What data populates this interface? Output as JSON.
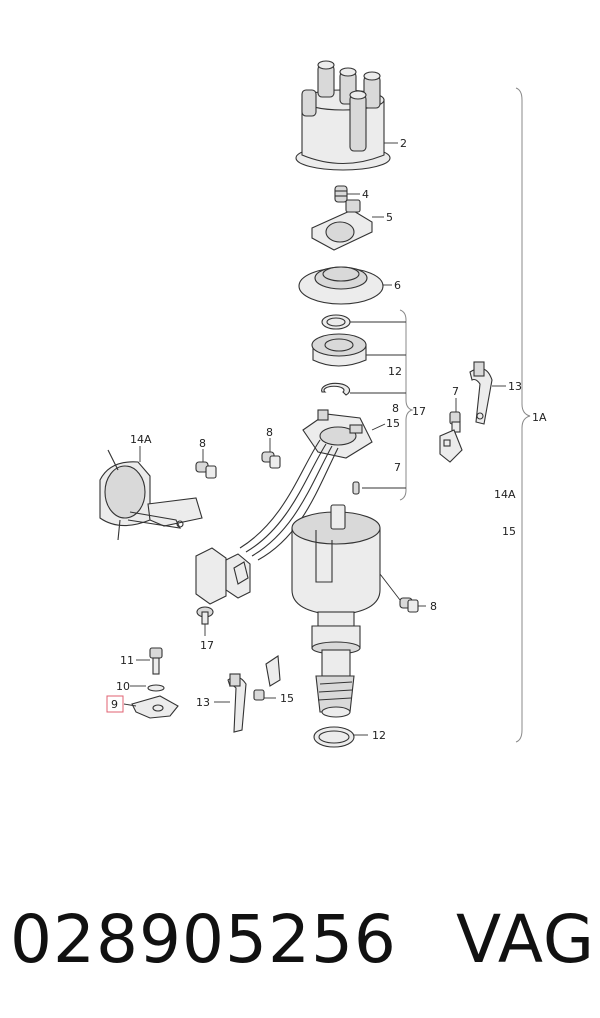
{
  "labels": {
    "p2": "2",
    "p4": "4",
    "p5": "5",
    "p6": "6",
    "p12_ring": "12",
    "p8_center": "8",
    "p17_bracket": "17",
    "p15_center": "15",
    "p7_center": "7",
    "p1A": "1A",
    "p7_right": "7",
    "p13_right": "13",
    "p14A_left": "14A",
    "p8_left": "8",
    "p8_mid": "8",
    "p14A_right": "14A",
    "p15_right": "15",
    "p8_body": "8",
    "p17_lower": "17",
    "p11": "11",
    "p10": "10",
    "p9": "9",
    "p13_lower": "13",
    "p15_lower": "15",
    "p12_lower": "12"
  },
  "caption": {
    "part_number": "028905256",
    "brand": "VAG"
  },
  "colors": {
    "highlight": "#e06070",
    "line": "#333333",
    "bracket": "#888888"
  }
}
